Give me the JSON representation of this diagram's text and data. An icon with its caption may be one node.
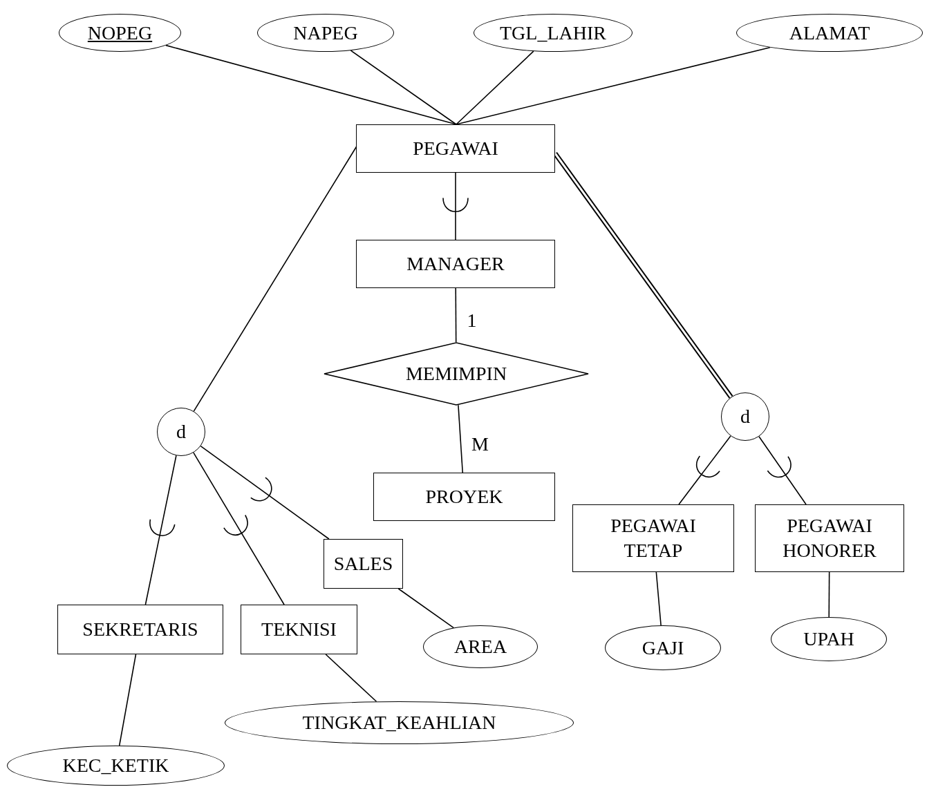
{
  "diagram": {
    "nodes": [
      {
        "text": [
          "NOPEG"
        ]
      },
      {
        "text": [
          "NAPEG"
        ]
      },
      {
        "text": [
          "TGL_LAHIR"
        ]
      },
      {
        "text": [
          "ALAMAT"
        ]
      },
      {
        "text": [
          "PEGAWAI"
        ]
      },
      {
        "text": [
          "MANAGER"
        ]
      },
      {
        "text": [
          "MEMIMPIN"
        ]
      },
      {
        "text": [
          "PROYEK"
        ]
      },
      {
        "text": [
          "d"
        ]
      },
      {
        "text": [
          "d"
        ]
      },
      {
        "text": [
          "SALES"
        ]
      },
      {
        "text": [
          "SEKRETARIS"
        ]
      },
      {
        "text": [
          "TEKNISI"
        ]
      },
      {
        "text": [
          "AREA"
        ]
      },
      {
        "text": [
          "TINGKAT_KEAHLIAN"
        ]
      },
      {
        "text": [
          "KEC_KETIK"
        ]
      },
      {
        "text": [
          "PEGAWAI TETAP"
        ]
      },
      {
        "text": [
          "PEGAWAI HONORER"
        ]
      },
      {
        "text": [
          "GAJI"
        ]
      },
      {
        "text": [
          "UPAH"
        ]
      }
    ],
    "edges": [
      {
        "from": 0,
        "to": 4,
        "arrow": "none"
      },
      {
        "from": 1,
        "to": 4,
        "arrow": "none"
      },
      {
        "from": 2,
        "to": 4,
        "arrow": "none"
      },
      {
        "from": 3,
        "to": 4,
        "arrow": "none"
      },
      {
        "from": 4,
        "to": 5,
        "arrow": "none"
      },
      {
        "from": 4,
        "to": 8,
        "arrow": "none"
      },
      {
        "from": 4,
        "to": 9,
        "arrow": "none",
        "style": "thick"
      },
      {
        "from": 5,
        "to": 6,
        "arrow": "none",
        "label": "1"
      },
      {
        "from": 6,
        "to": 7,
        "arrow": "none",
        "label": "M"
      },
      {
        "from": 8,
        "to": 11,
        "arrow": "none"
      },
      {
        "from": 8,
        "to": 12,
        "arrow": "none"
      },
      {
        "from": 8,
        "to": 10,
        "arrow": "none"
      },
      {
        "from": 9,
        "to": 16,
        "arrow": "none"
      },
      {
        "from": 9,
        "to": 17,
        "arrow": "none"
      },
      {
        "from": 10,
        "to": 13,
        "arrow": "none"
      },
      {
        "from": 12,
        "to": 14,
        "arrow": "none"
      },
      {
        "from": 11,
        "to": 15,
        "arrow": "none"
      },
      {
        "from": 16,
        "to": 18,
        "arrow": "none"
      },
      {
        "from": 17,
        "to": 19,
        "arrow": "none"
      }
    ]
  }
}
